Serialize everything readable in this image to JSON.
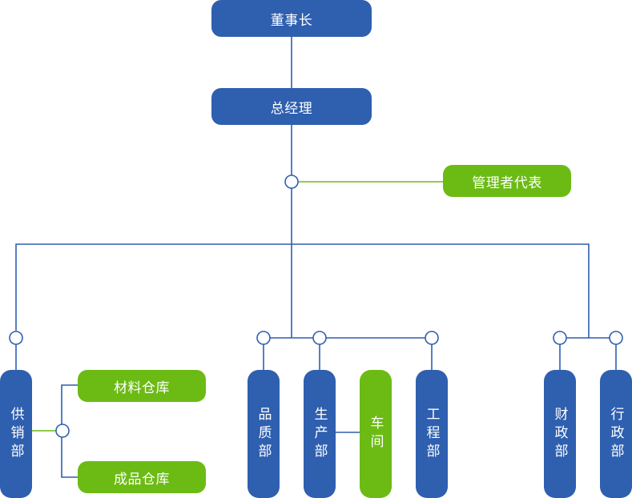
{
  "nodes": {
    "chairman": "董事长",
    "general_manager": "总经理",
    "management_rep": "管理者代表",
    "supply_marketing": "供销部",
    "material_warehouse": "材料仓库",
    "product_warehouse": "成品仓库",
    "quality": "品质部",
    "production": "生产部",
    "workshop": "车间",
    "engineering": "工程部",
    "finance": "财政部",
    "administration": "行政部"
  },
  "colors": {
    "blue": "#2f5faf",
    "green": "#6cbb14",
    "blue_line": "#2f5faf",
    "green_line": "#6cbb14"
  }
}
